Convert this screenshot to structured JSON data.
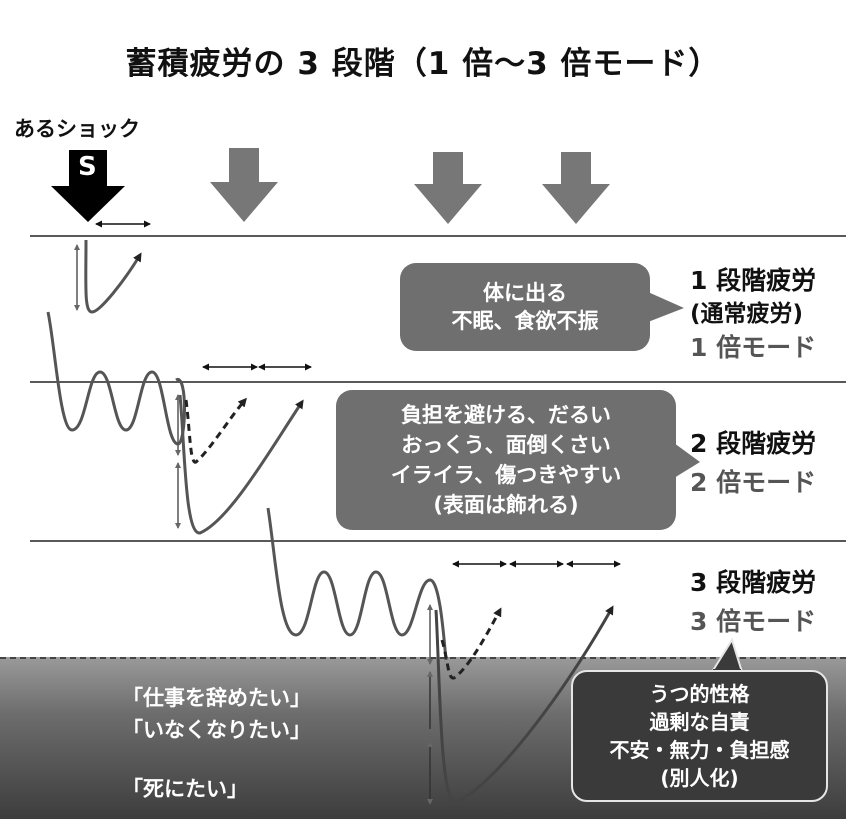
{
  "title": "蓄積疲労の 3 段階（1 倍〜3 倍モード）",
  "shock": {
    "label": "あるショック",
    "letter": "S"
  },
  "stages": [
    {
      "title": "1 段階疲労",
      "subtitle": "(通常疲労)",
      "mode": "1 倍モード"
    },
    {
      "title": "2 段階疲労",
      "mode": "2 倍モード"
    },
    {
      "title": "3 段階疲労",
      "mode": "3 倍モード"
    }
  ],
  "bubbles": [
    {
      "lines": [
        "体に出る",
        "不眠、食欲不振"
      ]
    },
    {
      "lines": [
        "負担を避ける、だるい",
        "おっくう、面倒くさい",
        "イライラ、傷つきやすい",
        "(表面は飾れる)"
      ]
    },
    {
      "lines": [
        "うつ的性格",
        "過剰な自責",
        "不安・無力・負担感",
        "(別人化)"
      ]
    }
  ],
  "quotes": [
    "「仕事を辞めたい」",
    "「いなくなりたい」",
    "「死にたい」"
  ],
  "colors": {
    "curve": "#555555",
    "stress_arrow": "#777777",
    "bubble": "#6f6f6f",
    "danger_zone": "#3d3d3d"
  }
}
